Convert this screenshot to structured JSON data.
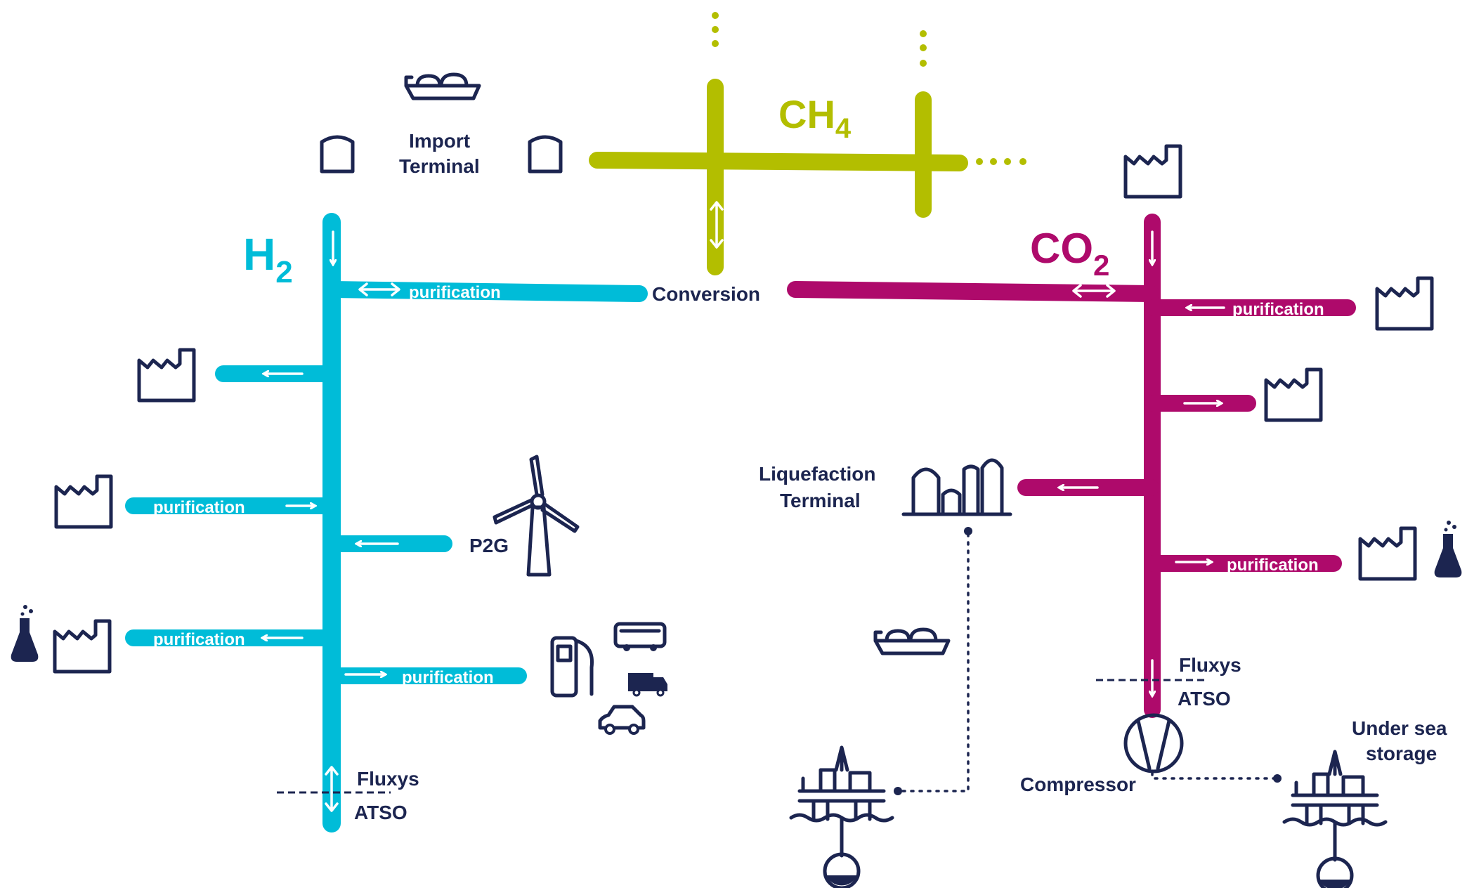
{
  "colors": {
    "h2": "#00bcd8",
    "co2": "#ae0a6b",
    "ch4": "#b3be00",
    "icon": "#1c2550"
  },
  "ch4": {
    "label_main": "CH",
    "label_sub": "4"
  },
  "h2": {
    "label_main": "H",
    "label_sub": "2"
  },
  "co2": {
    "label_main": "CO",
    "label_sub": "2"
  },
  "labels": {
    "import_line1": "Import",
    "import_line2": "Terminal",
    "conversion": "Conversion",
    "liquefaction_line1": "Liquefaction",
    "liquefaction_line2": "Terminal",
    "p2g": "P2G",
    "compressor": "Compressor",
    "under_sea_line1": "Under sea",
    "under_sea_line2": "storage",
    "h2_fluxys": "Fluxys",
    "h2_atso": "ATSO",
    "co2_fluxys": "Fluxys",
    "co2_atso": "ATSO"
  },
  "purification": {
    "h2_top": "purification",
    "h2_left_mid": "purification",
    "h2_left_low": "purification",
    "h2_right_low": "purification",
    "co2_top": "purification",
    "co2_low": "purification"
  },
  "icons": [
    "ship-icon",
    "tank-icon",
    "factory-icon",
    "wind-turbine-icon",
    "fuel-pump-icon",
    "bus-icon",
    "truck-icon",
    "car-icon",
    "flask-icon",
    "liquefaction-plant-icon",
    "offshore-platform-icon",
    "compressor-icon"
  ]
}
